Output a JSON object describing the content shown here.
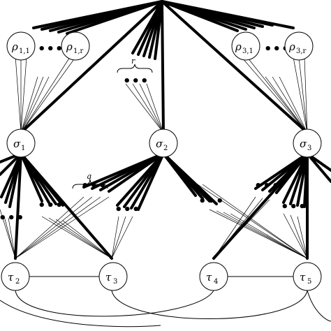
{
  "nodes": {
    "rho11": {
      "base": "ρ",
      "sub": "1,1"
    },
    "rho1r": {
      "base": "ρ",
      "sub": "1,r"
    },
    "rho31": {
      "base": "ρ",
      "sub": "3,1"
    },
    "rho3r": {
      "base": "ρ",
      "sub": "3,r"
    },
    "sigma1": {
      "base": "σ",
      "sub": "1"
    },
    "sigma2": {
      "base": "σ",
      "sub": "2"
    },
    "sigma3": {
      "base": "σ",
      "sub": "3"
    },
    "tau2": {
      "base": "τ",
      "sub": "2"
    },
    "tau3": {
      "base": "τ",
      "sub": "3"
    },
    "tau4": {
      "base": "τ",
      "sub": "4"
    },
    "tau5": {
      "base": "τ",
      "sub": "5"
    }
  },
  "annotations": {
    "r": "r",
    "q": "q",
    "ellipsis": "•••"
  }
}
